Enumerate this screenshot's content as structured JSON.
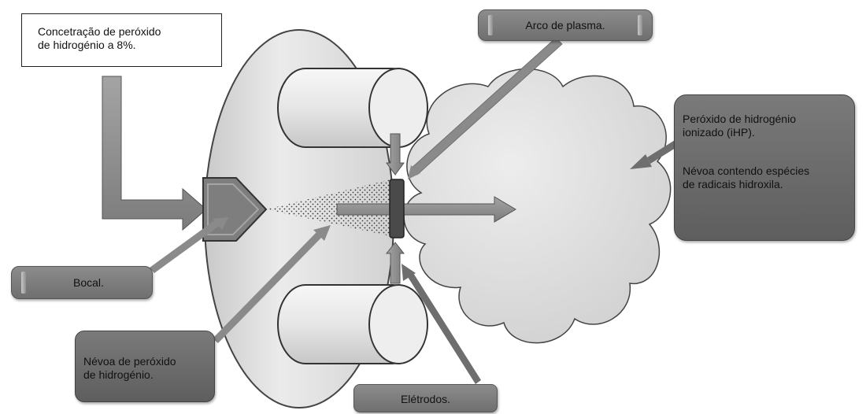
{
  "labels": {
    "concentration_line1": "Concetração de peróxido",
    "concentration_line2": "de hidrogénio a 8%.",
    "plasma_arc": "Arco de plasma.",
    "ionized_line1": "Peróxido de hidrogénio",
    "ionized_line2": "ionizado (iHP).",
    "mist_species_line1": "Névoa contendo espécies",
    "mist_species_line2": "de radicais hidroxila.",
    "nozzle": "Bocal.",
    "mist_line1": "Névoa de peróxido",
    "mist_line2": "de hidrogénio.",
    "electrodes": "Elétrodos."
  },
  "colors": {
    "ellipse_fill": "#dedede",
    "cylinder_fill": "#ececec",
    "cloud_fill": "#e2e2e2",
    "arrow_fill": "#8e8e8e",
    "nozzle_fill": "#7e7e7e",
    "electrode_bar": "#4a4a4a"
  }
}
